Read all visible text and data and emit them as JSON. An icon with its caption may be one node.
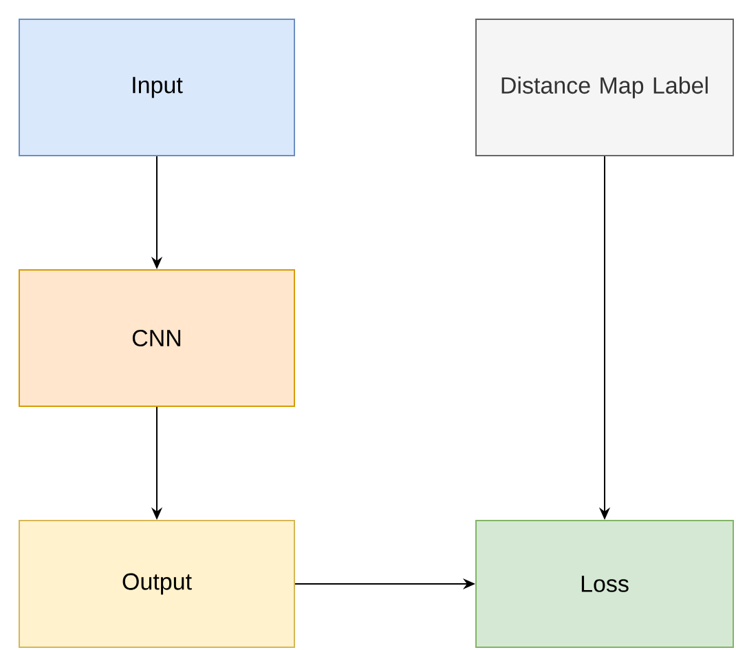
{
  "diagram": {
    "nodes": [
      {
        "text": [
          "Input"
        ]
      },
      {
        "text": [
          "CNN"
        ]
      },
      {
        "text": [
          "Output"
        ]
      },
      {
        "text": [
          "Distance Map Label"
        ]
      },
      {
        "text": [
          "Loss"
        ]
      }
    ],
    "edges": [
      {
        "from": 0,
        "to": 1,
        "arrow": "to"
      },
      {
        "from": 1,
        "to": 2,
        "arrow": "to"
      },
      {
        "from": 2,
        "to": 4,
        "arrow": "to"
      },
      {
        "from": 3,
        "to": 4,
        "arrow": "to"
      }
    ]
  }
}
